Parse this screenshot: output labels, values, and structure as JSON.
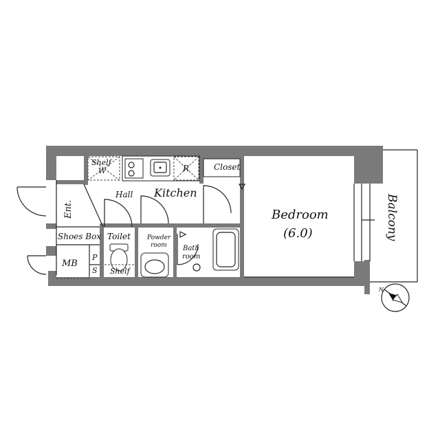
{
  "rooms": {
    "shelf": "Shelf",
    "w": "W",
    "r": "R",
    "closet": "Closet",
    "hall": "Hall",
    "kitchen": "Kitchen",
    "ent": "Ent.",
    "shoes_box": "Shoes Box",
    "mb": "MB",
    "toilet": "Toilet",
    "toilet_shelf": "Shelf",
    "powder_room_1": "Powder",
    "powder_room_2": "room",
    "bath_1": "Bath",
    "bath_2": "room",
    "ps_p": "P",
    "ps_s": "S",
    "bedroom": "Bedroom",
    "bedroom_size": "(6.0)",
    "balcony": "Balcony"
  },
  "compass": {
    "north": "N"
  },
  "colors": {
    "wall": "#7a7a7a",
    "line": "#222222",
    "background": "#ffffff"
  }
}
